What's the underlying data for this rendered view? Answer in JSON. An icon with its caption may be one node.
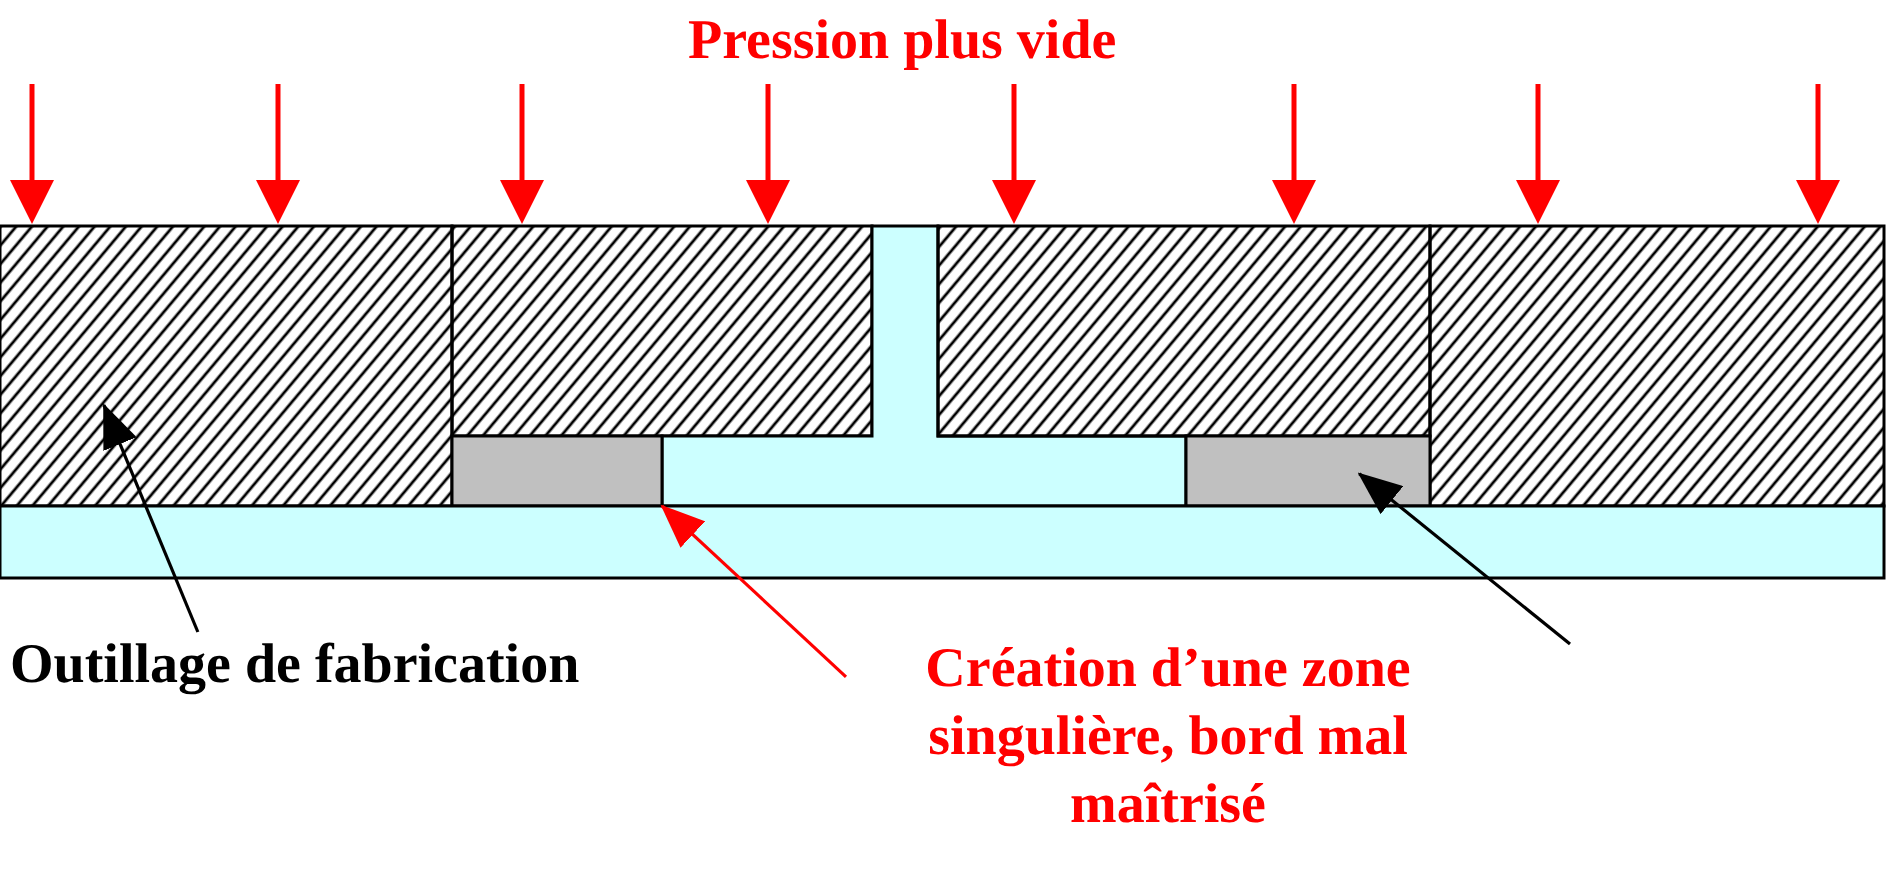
{
  "diagram": {
    "nodes": [
      {
        "text": [],
        "shape": "box"
      },
      {
        "text": [],
        "shape": "box"
      },
      {
        "text": [],
        "shape": "tee"
      },
      {
        "text": [],
        "shape": "box"
      },
      {
        "text": [],
        "shape": "box"
      },
      {
        "text": [],
        "shape": "box"
      },
      {
        "text": [],
        "shape": "box"
      },
      {
        "text": [],
        "shape": "bar"
      },
      {
        "text": [
          "Outillage de fabrication"
        ]
      },
      {
        "text": [
          "Création d’une zone singulière, bord mal maîtrisé"
        ]
      }
    ],
    "edges": [
      {
        "from": 8,
        "to": 0,
        "arrow": "to"
      },
      {
        "from": 9,
        "to": 2,
        "arrow": "to",
        "color": "#ff0000"
      },
      {
        "from": null,
        "to": 6,
        "arrow": "to"
      }
    ],
    "labels": [
      "Pression plus vide"
    ]
  }
}
